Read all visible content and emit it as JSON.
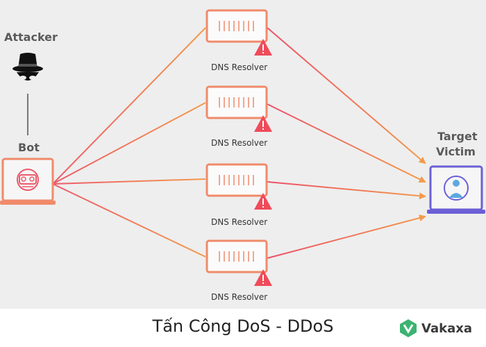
{
  "colors": {
    "line_orange": "#f39a4a",
    "line_red": "#ec5a6a",
    "server_border": "#f08a6a",
    "warning": "#f04b5a",
    "victim_border": "#6b5fd6",
    "victim_avatar": "#5ba8e0",
    "brand_green": "#3cb371"
  },
  "nodes": {
    "attacker_label": "Attacker",
    "bot_label": "Bot",
    "target_label_line1": "Target",
    "target_label_line2": "Victim",
    "resolver_labels": [
      "DNS Resolver",
      "DNS Resolver",
      "DNS Resolver",
      "DNS Resolver"
    ]
  },
  "icons": {
    "attacker": "spy-hat-icon",
    "bot": "robot-face-icon",
    "server": "server-rack-icon",
    "warning": "warning-triangle-icon",
    "victim": "user-avatar-icon",
    "brand": "vakaxa-logo-icon"
  },
  "caption": "Tấn Công DoS - DDoS",
  "brand": {
    "name": "Vakaxa"
  }
}
